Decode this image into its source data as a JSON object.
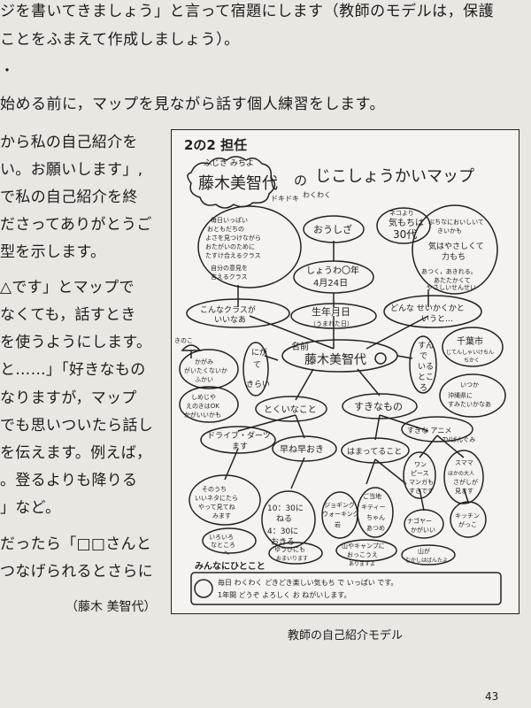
{
  "text": {
    "top_line_1": "ジを書いてきましょう」と言って宿題にします（教師のモデルは，保護",
    "top_line_2": "ことをふまえて作成しましょう）。",
    "dash": "・",
    "intro": "始める前に，マップを見ながら話す個人練習をします。",
    "column": [
      "から私の自己紹介を",
      "い。お願いします」,",
      "で私の自己紹介を終",
      "ださってありがとうご",
      "型を示します。",
      "△です」とマップで",
      "なくても，話すとき",
      "を使うようにします。",
      "と……」「好きなもの",
      "なりますが，マップ",
      "でも思いついたら話し",
      "を伝えます。例えば，",
      "。登るよりも降りる",
      "」など。",
      "だったら「□□さんと",
      "つなげられるとさらに"
    ],
    "author": "（藤木 美智代）",
    "caption": "教師の自己紹介モデル",
    "page_number": "43"
  },
  "map": {
    "header_class": "2の2 担任",
    "furigana": "ふじき みちよ",
    "name": "藤木美智代",
    "name_suffix": "の",
    "title": "じこしょうかいマップ",
    "tag_dokidoki": "ドキドキ",
    "tag_wakuwaku": "わくわく",
    "oushi": "おうしざ",
    "age_note": "ネコより",
    "age_line1": "気もちは",
    "age_line2": "30代",
    "class_wish": [
      "毎日いっぱい",
      "おともだちの",
      "よさを見つけながら",
      "おたがいのために",
      "たすけ合えるクラス",
      "自分の意見を",
      "言えるクラス"
    ],
    "kinds": [
      "ぶちなにおいしいて",
      "きいかも",
      "気はやさしくて",
      "力もち",
      "あつく，あきれる。",
      "あたたかくて",
      "やさしいせんせい"
    ],
    "birth_line1": "しょうわ〇年",
    "birth_line2": "4月24日",
    "class_label_1": "こんなクラスが",
    "class_label_2": "いいなあ",
    "birthday_1": "生年月日",
    "birthday_2": "（うまれた日）",
    "personality_1": "どんな せいかくかと",
    "personality_2": "いうと…",
    "name_label": "名前",
    "center_name": "藤木美智代",
    "nigate_1": "にが",
    "nigate_2": "て",
    "nigate_3": "きらい",
    "lives_1": "すん",
    "lives_2": "で",
    "lives_3": "いる",
    "lives_4": "とこ",
    "lives_5": "ろ",
    "city_1": "千葉市",
    "city_2": "じてんしゃいけちん",
    "city_3": "ちかく",
    "mushroom": "きのこ",
    "dislike_1": "かがみ",
    "dislike_2": "がいたくないか",
    "dislike_3": "ふかい",
    "shiimeji_1": "しめじや",
    "shiimeji_2": "えのきはOK",
    "shiimeji_3": "かがいいかも",
    "okinawa_1": "いつか",
    "okinawa_2": "沖縄県に",
    "okinawa_3": "すみたいかなあ",
    "good_at": "とくいなこと",
    "like": "すきなもの",
    "likes_anime": "すきな アニメ",
    "anime_1": "TVばんぐみ",
    "driving_1": "ドライブ・ダーツ",
    "driving_2": "ます",
    "early": "早ね早おき",
    "hobby": "はまってること",
    "child_1": "そのうち",
    "child_2": "いいネタにたら",
    "child_3": "やって見てね",
    "child_4": "みます",
    "sleep_1": "10：30に",
    "sleep_2": "ねる",
    "sleep_3": "4：30に",
    "sleep_4": "おきる",
    "walking_1": "ジョギング",
    "walking_2": "ウォーキング",
    "walking_3": "岩",
    "reading_1": "ご当地",
    "reading_2": "キティー",
    "reading_3": "ちゃん",
    "reading_4": "あつめ",
    "onepiece_1": "ワン",
    "onepiece_2": "ピース",
    "onepiece_3": "マンガも",
    "onepiece_4": "すきです",
    "smama_1": "スママ",
    "smama_2": "ほかの大人",
    "smama_3": "さがしが",
    "smama_4": "見ます",
    "train_1": "ナゴヤー",
    "train_2": "かがいい",
    "kitty_1": "キッチン",
    "kitty_2": "がっこ",
    "shy_1": "いろいろ",
    "shy_2": "なところ",
    "shy_3": "へ",
    "mountain_1": "山やキャンプに",
    "mountain_2": "おっこうえ",
    "mountain_3": "ありますよ",
    "sunset_1": "ゆうひにも",
    "sunset_2": "おまいります",
    "trial_1": "山が",
    "trial_2": "むかしはばんたよ",
    "oneword": "みんなにひとこと",
    "message_1": "毎日 わくわく どきどき楽しい気もち で いっぱい です。",
    "message_2": "1年間 どうぞ よろしく お ねがいします。"
  }
}
